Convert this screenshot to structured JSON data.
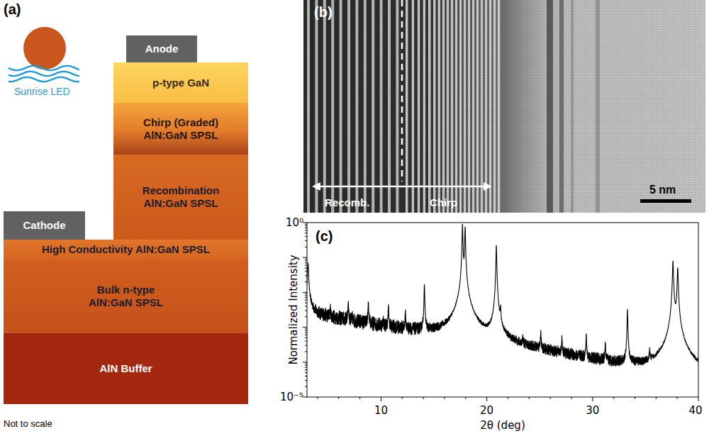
{
  "diagram": {
    "nodes": [
      {
        "text": [
          "Anode"
        ]
      },
      {
        "text": [
          "p-type GaN"
        ]
      },
      {
        "text": [
          "Chirp (Graded) AlN:GaN SPSL"
        ]
      },
      {
        "text": [
          "Recombination AlN:GaN SPSL"
        ]
      },
      {
        "text": [
          "Cathode"
        ]
      },
      {
        "text": [
          "High Conductivity AlN:GaN SPSL"
        ]
      },
      {
        "text": [
          "Bulk n-type AlN:GaN SPSL"
        ]
      },
      {
        "text": [
          "AlN Buffer"
        ]
      }
    ],
    "labels": [
      "(a)",
      "Sunrise LED",
      "Not to scale",
      "(b)",
      "Recomb.",
      "Chirp",
      "5 nm",
      "(c)",
      "10⁰",
      "10⁻⁵",
      "Normalized Intensity",
      "10",
      "20",
      "30",
      "40",
      "2θ (deg)"
    ]
  }
}
